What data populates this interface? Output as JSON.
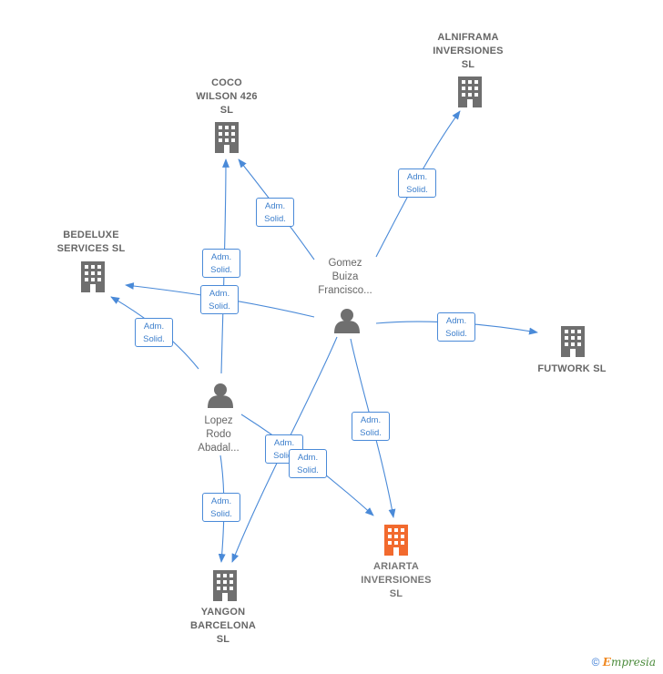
{
  "nodes": {
    "coco": {
      "label": "COCO\nWILSON 426\nSL",
      "type": "company"
    },
    "alniframa": {
      "label": "ALNIFRAMA\nINVERSIONES\nSL",
      "type": "company"
    },
    "bedeluxe": {
      "label": "BEDELUXE\nSERVICES SL",
      "type": "company"
    },
    "gomez": {
      "label": "Gomez\nBuiza\nFrancisco...",
      "type": "person"
    },
    "futwork": {
      "label": "FUTWORK SL",
      "type": "company"
    },
    "lopez": {
      "label": "Lopez\nRodo\nAbadal...",
      "type": "person"
    },
    "ariarta": {
      "label": "ARIARTA\nINVERSIONES\nSL",
      "type": "company-main"
    },
    "yangon": {
      "label": "YANGON\nBARCELONA\nSL",
      "type": "company"
    }
  },
  "edge_label": "Adm.\nSolid.",
  "colors": {
    "edge": "#4a8ad8",
    "building": "#6f6f6f",
    "building_main": "#f26a2e",
    "person": "#6f6f6f"
  },
  "footer": {
    "copyright": "©",
    "brand_first": "E",
    "brand_rest": "mpresia"
  }
}
